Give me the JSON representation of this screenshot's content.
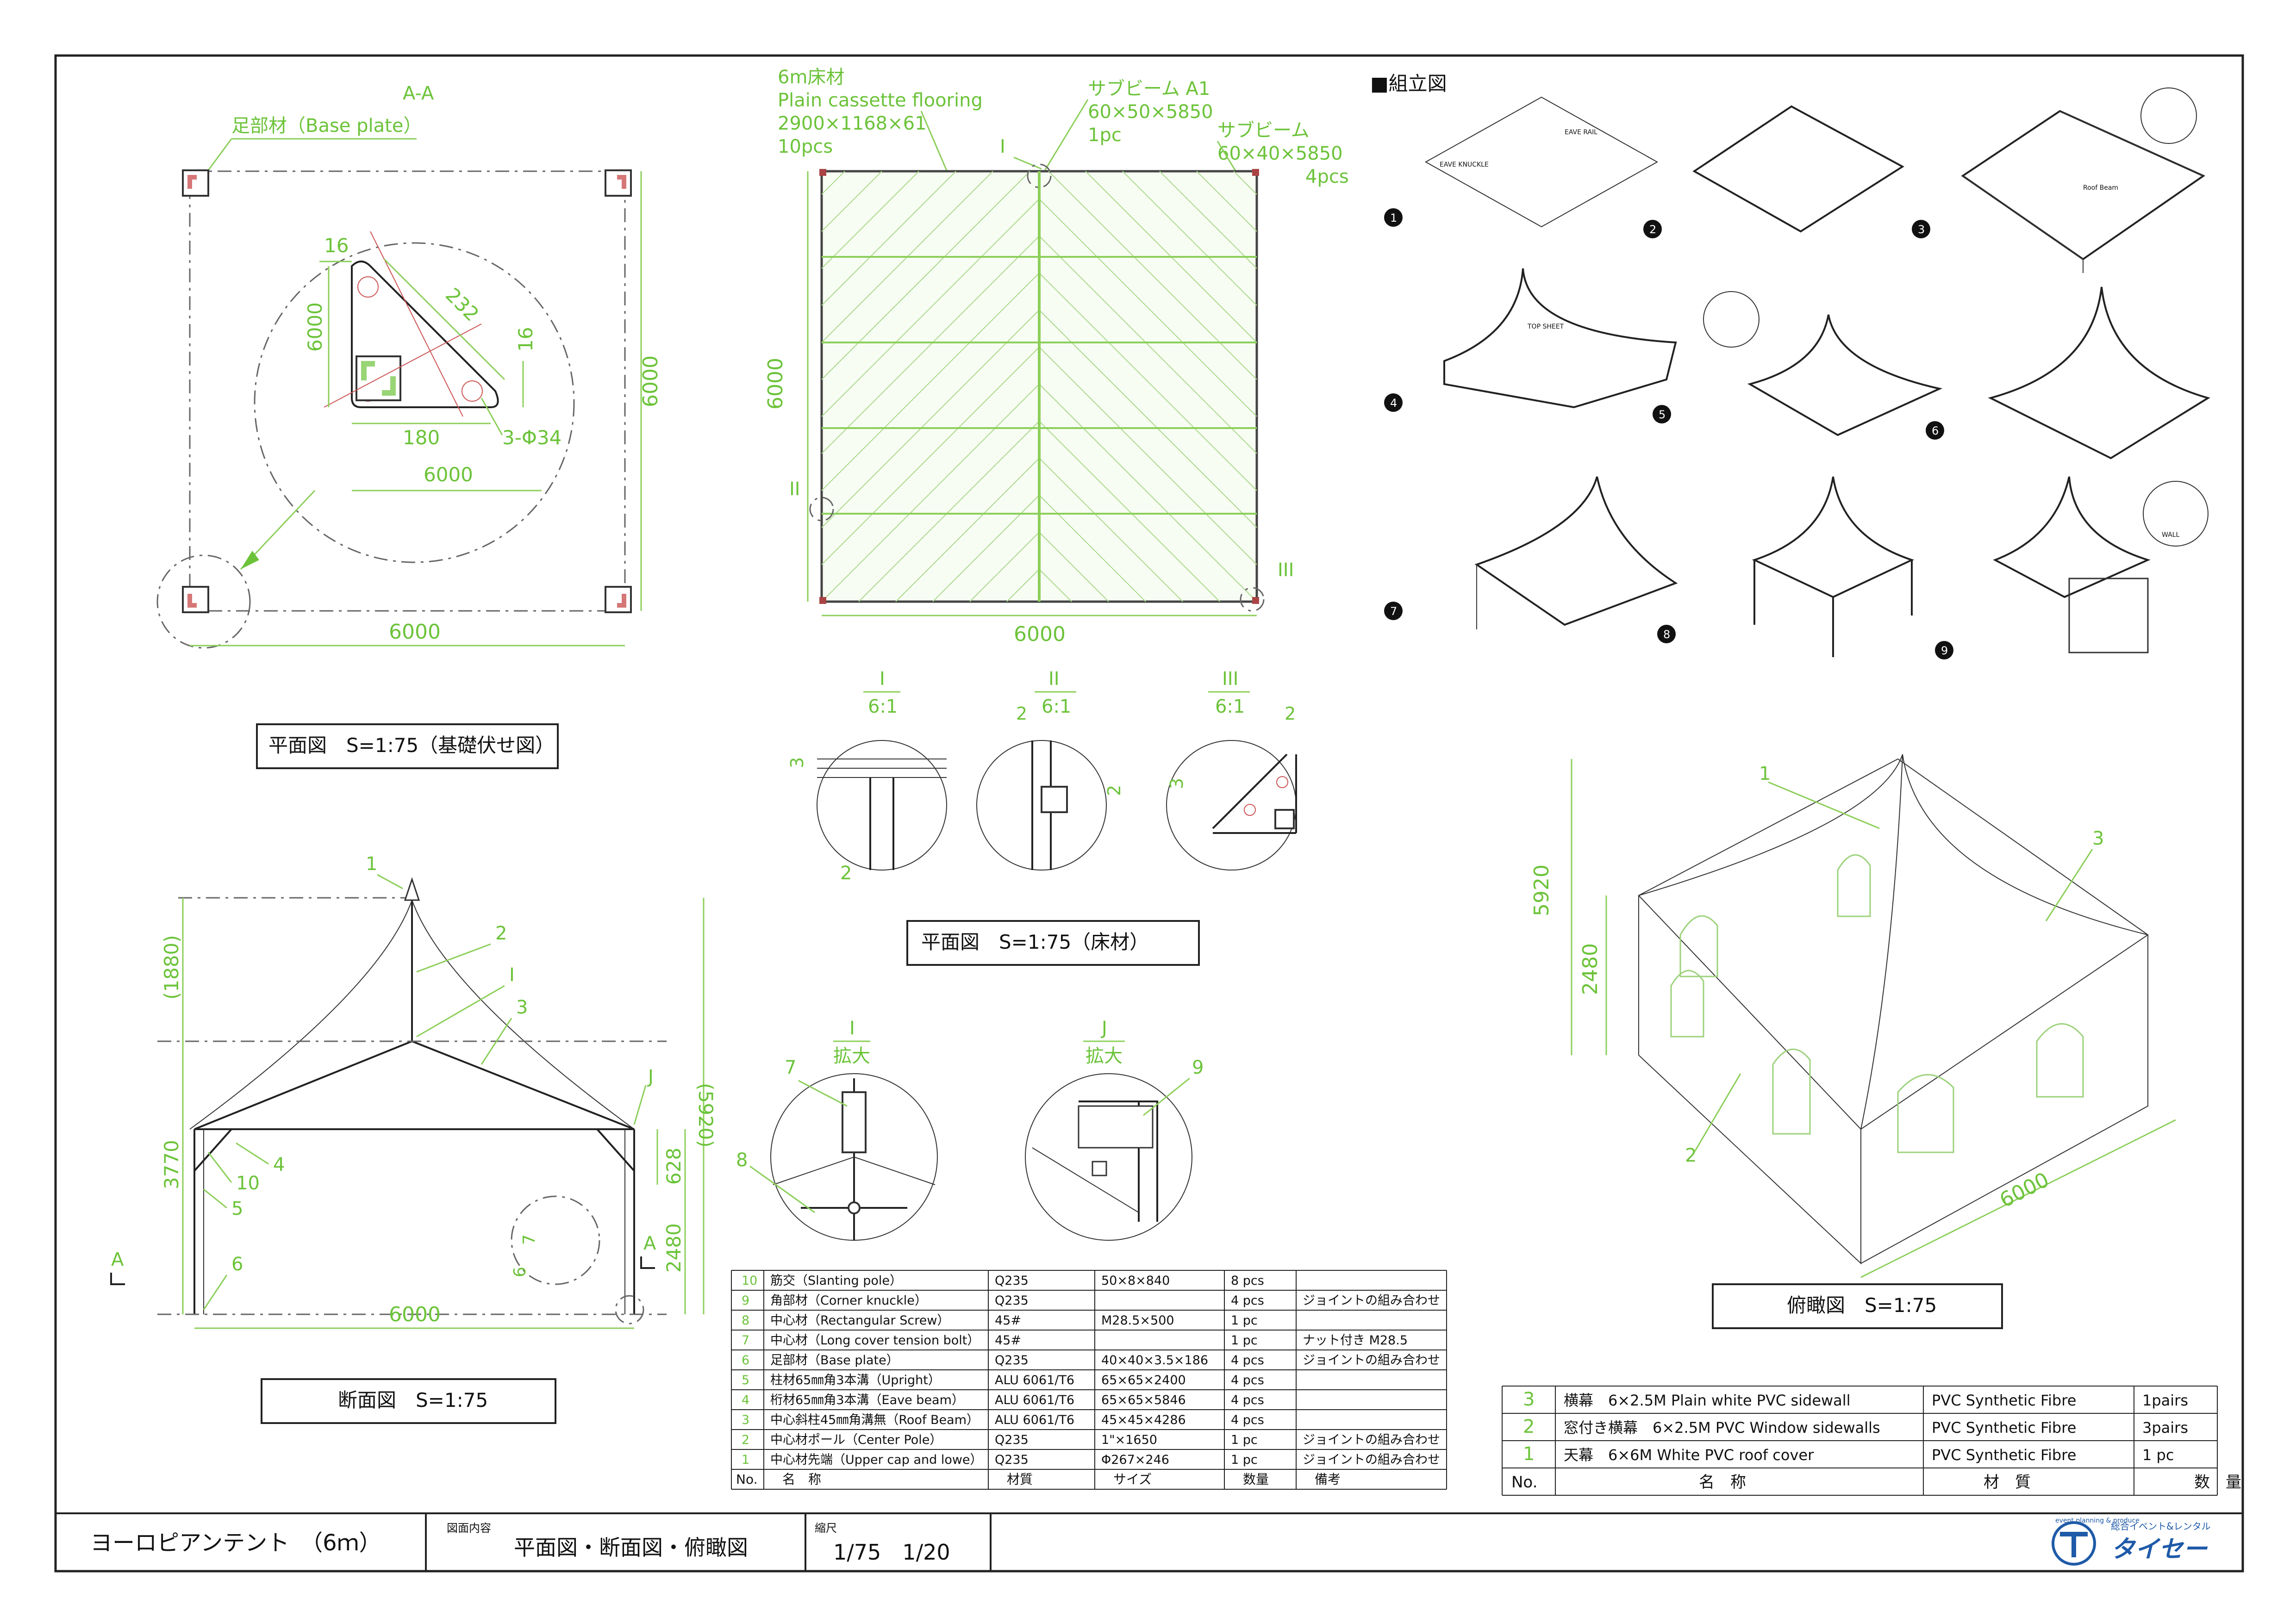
{
  "base_plan": {
    "section_label": "A-A",
    "base_plate_label": "足部材（Base plate）",
    "dim_16_top": "16",
    "dim_6000_inner": "6000",
    "dim_232": "232",
    "dim_16_right": "16",
    "dim_180": "180",
    "dim_holes": "3-Φ34",
    "dim_6000_detail": "6000",
    "dim_6000_right": "6000",
    "dim_6000_bottom": "6000",
    "caption": "平面図　S=1:75（基礎伏せ図）"
  },
  "floor_plan": {
    "flooring_l1": "6m床材",
    "flooring_l2": "Plain cassette flooring",
    "flooring_l3": "2900×1168×61",
    "flooring_l4": "10pcs",
    "subbeam_a1_l1": "サブビーム A1",
    "subbeam_a1_l2": "60×50×5850",
    "subbeam_a1_l3": "1pc",
    "subbeam_l1": "サブビーム",
    "subbeam_l2": "60×40×5850",
    "subbeam_l3": "4pcs",
    "mark_i": "I",
    "mark_ii": "II",
    "mark_iii": "III",
    "dim_left": "6000",
    "dim_bottom": "6000",
    "caption": "平面図　S=1:75（床材）"
  },
  "details": [
    {
      "mark": "I",
      "scale": "6:1",
      "dim_a": "3",
      "dim_b": "2"
    },
    {
      "mark": "II",
      "scale": "6:1",
      "dim_a": "2",
      "dim_b": "2"
    },
    {
      "mark": "III",
      "scale": "6:1",
      "dim_a": "2",
      "dim_b": "3"
    }
  ],
  "enlarge": {
    "i_mark": "I",
    "i_label": "拡大",
    "j_mark": "J",
    "j_label": "拡大",
    "n7": "7",
    "n8": "8",
    "n9": "9"
  },
  "section": {
    "n1": "1",
    "n2": "2",
    "n3": "3",
    "n4": "4",
    "n5": "5",
    "n6": "6",
    "n10": "10",
    "mark_i": "I",
    "mark_j": "J",
    "mark_a_left": "A",
    "mark_a_right": "A",
    "dim_1880": "(1880)",
    "dim_5920": "(5920)",
    "dim_3770": "3770",
    "dim_628": "628",
    "dim_2480": "2480",
    "dim_6000": "6000",
    "dim_7": "7",
    "dim_6": "6",
    "caption": "断面図　S=1:75"
  },
  "assembly": {
    "title": "■組立図",
    "steps": [
      "1",
      "2",
      "3",
      "4",
      "5",
      "6",
      "7",
      "8",
      "9"
    ],
    "label_eave_knuckle": "EAVE KNUCKLE",
    "label_eave_rail": "EAVE RAIL",
    "label_roof_beam": "Roof Beam",
    "label_top_sheet": "TOP SHEET",
    "label_wall": "WALL"
  },
  "iso": {
    "n1": "1",
    "n2": "2",
    "n3": "3",
    "dim_5920": "5920",
    "dim_2480": "2480",
    "dim_6000": "6000",
    "caption": "俯瞰図　S=1:75"
  },
  "parts_table": {
    "headers": [
      "No.",
      "名　称",
      "材質",
      "サイズ",
      "数量",
      "備考"
    ],
    "rows": [
      [
        "10",
        "筋交（Slanting pole）",
        "Q235",
        "50×8×840",
        "8 pcs",
        ""
      ],
      [
        "9",
        "角部材（Corner knuckle）",
        "Q235",
        "",
        "4 pcs",
        "ジョイントの組み合わせ"
      ],
      [
        "8",
        "中心材（Rectangular Screw）",
        "45#",
        "M28.5×500",
        "1 pc",
        ""
      ],
      [
        "7",
        "中心材（Long cover tension bolt）",
        "45#",
        "",
        "1 pc",
        "ナット付き M28.5"
      ],
      [
        "6",
        "足部材（Base plate）",
        "Q235",
        "40×40×3.5×186",
        "4 pcs",
        "ジョイントの組み合わせ"
      ],
      [
        "5",
        "柱材65㎜角3本溝（Upright）",
        "ALU 6061/T6",
        "65×65×2400",
        "4 pcs",
        ""
      ],
      [
        "4",
        "桁材65㎜角3本溝（Eave beam）",
        "ALU 6061/T6",
        "65×65×5846",
        "4 pcs",
        ""
      ],
      [
        "3",
        "中心斜柱45㎜角溝無（Roof Beam）",
        "ALU 6061/T6",
        "45×45×4286",
        "4 pcs",
        ""
      ],
      [
        "2",
        "中心材ポール（Center Pole）",
        "Q235",
        "1\"×1650",
        "1 pc",
        "ジョイントの組み合わせ"
      ],
      [
        "1",
        "中心材先端（Upper cap and lowe）",
        "Q235",
        "Φ267×246",
        "1 pc",
        "ジョイントの組み合わせ"
      ]
    ]
  },
  "cover_table": {
    "headers": [
      "No.",
      "名　称",
      "材　質",
      "数　量"
    ],
    "rows": [
      [
        "3",
        "横幕　6×2.5M Plain white PVC sidewall",
        "PVC Synthetic Fibre",
        "1pairs"
      ],
      [
        "2",
        "窓付き横幕　6×2.5M PVC Window sidewalls",
        "PVC Synthetic Fibre",
        "3pairs"
      ],
      [
        "1",
        "天幕　6×6M White PVC roof cover",
        "PVC Synthetic Fibre",
        "1 pc"
      ]
    ]
  },
  "title_block": {
    "product": "ヨーロピアンテント　（6ｍ）",
    "content_label": "図面内容",
    "content": "平面図・断面図・俯瞰図",
    "scale_label": "縮尺",
    "scale": "1/75　1/20",
    "company_small": "総合イベント&レンタル",
    "company": "タイセー",
    "logo_text": "event planning & produce"
  },
  "colors": {
    "dimension": "#6cc33a",
    "line": "#222222",
    "hatch": "#a9d98a",
    "red_accent": "#c55555"
  }
}
